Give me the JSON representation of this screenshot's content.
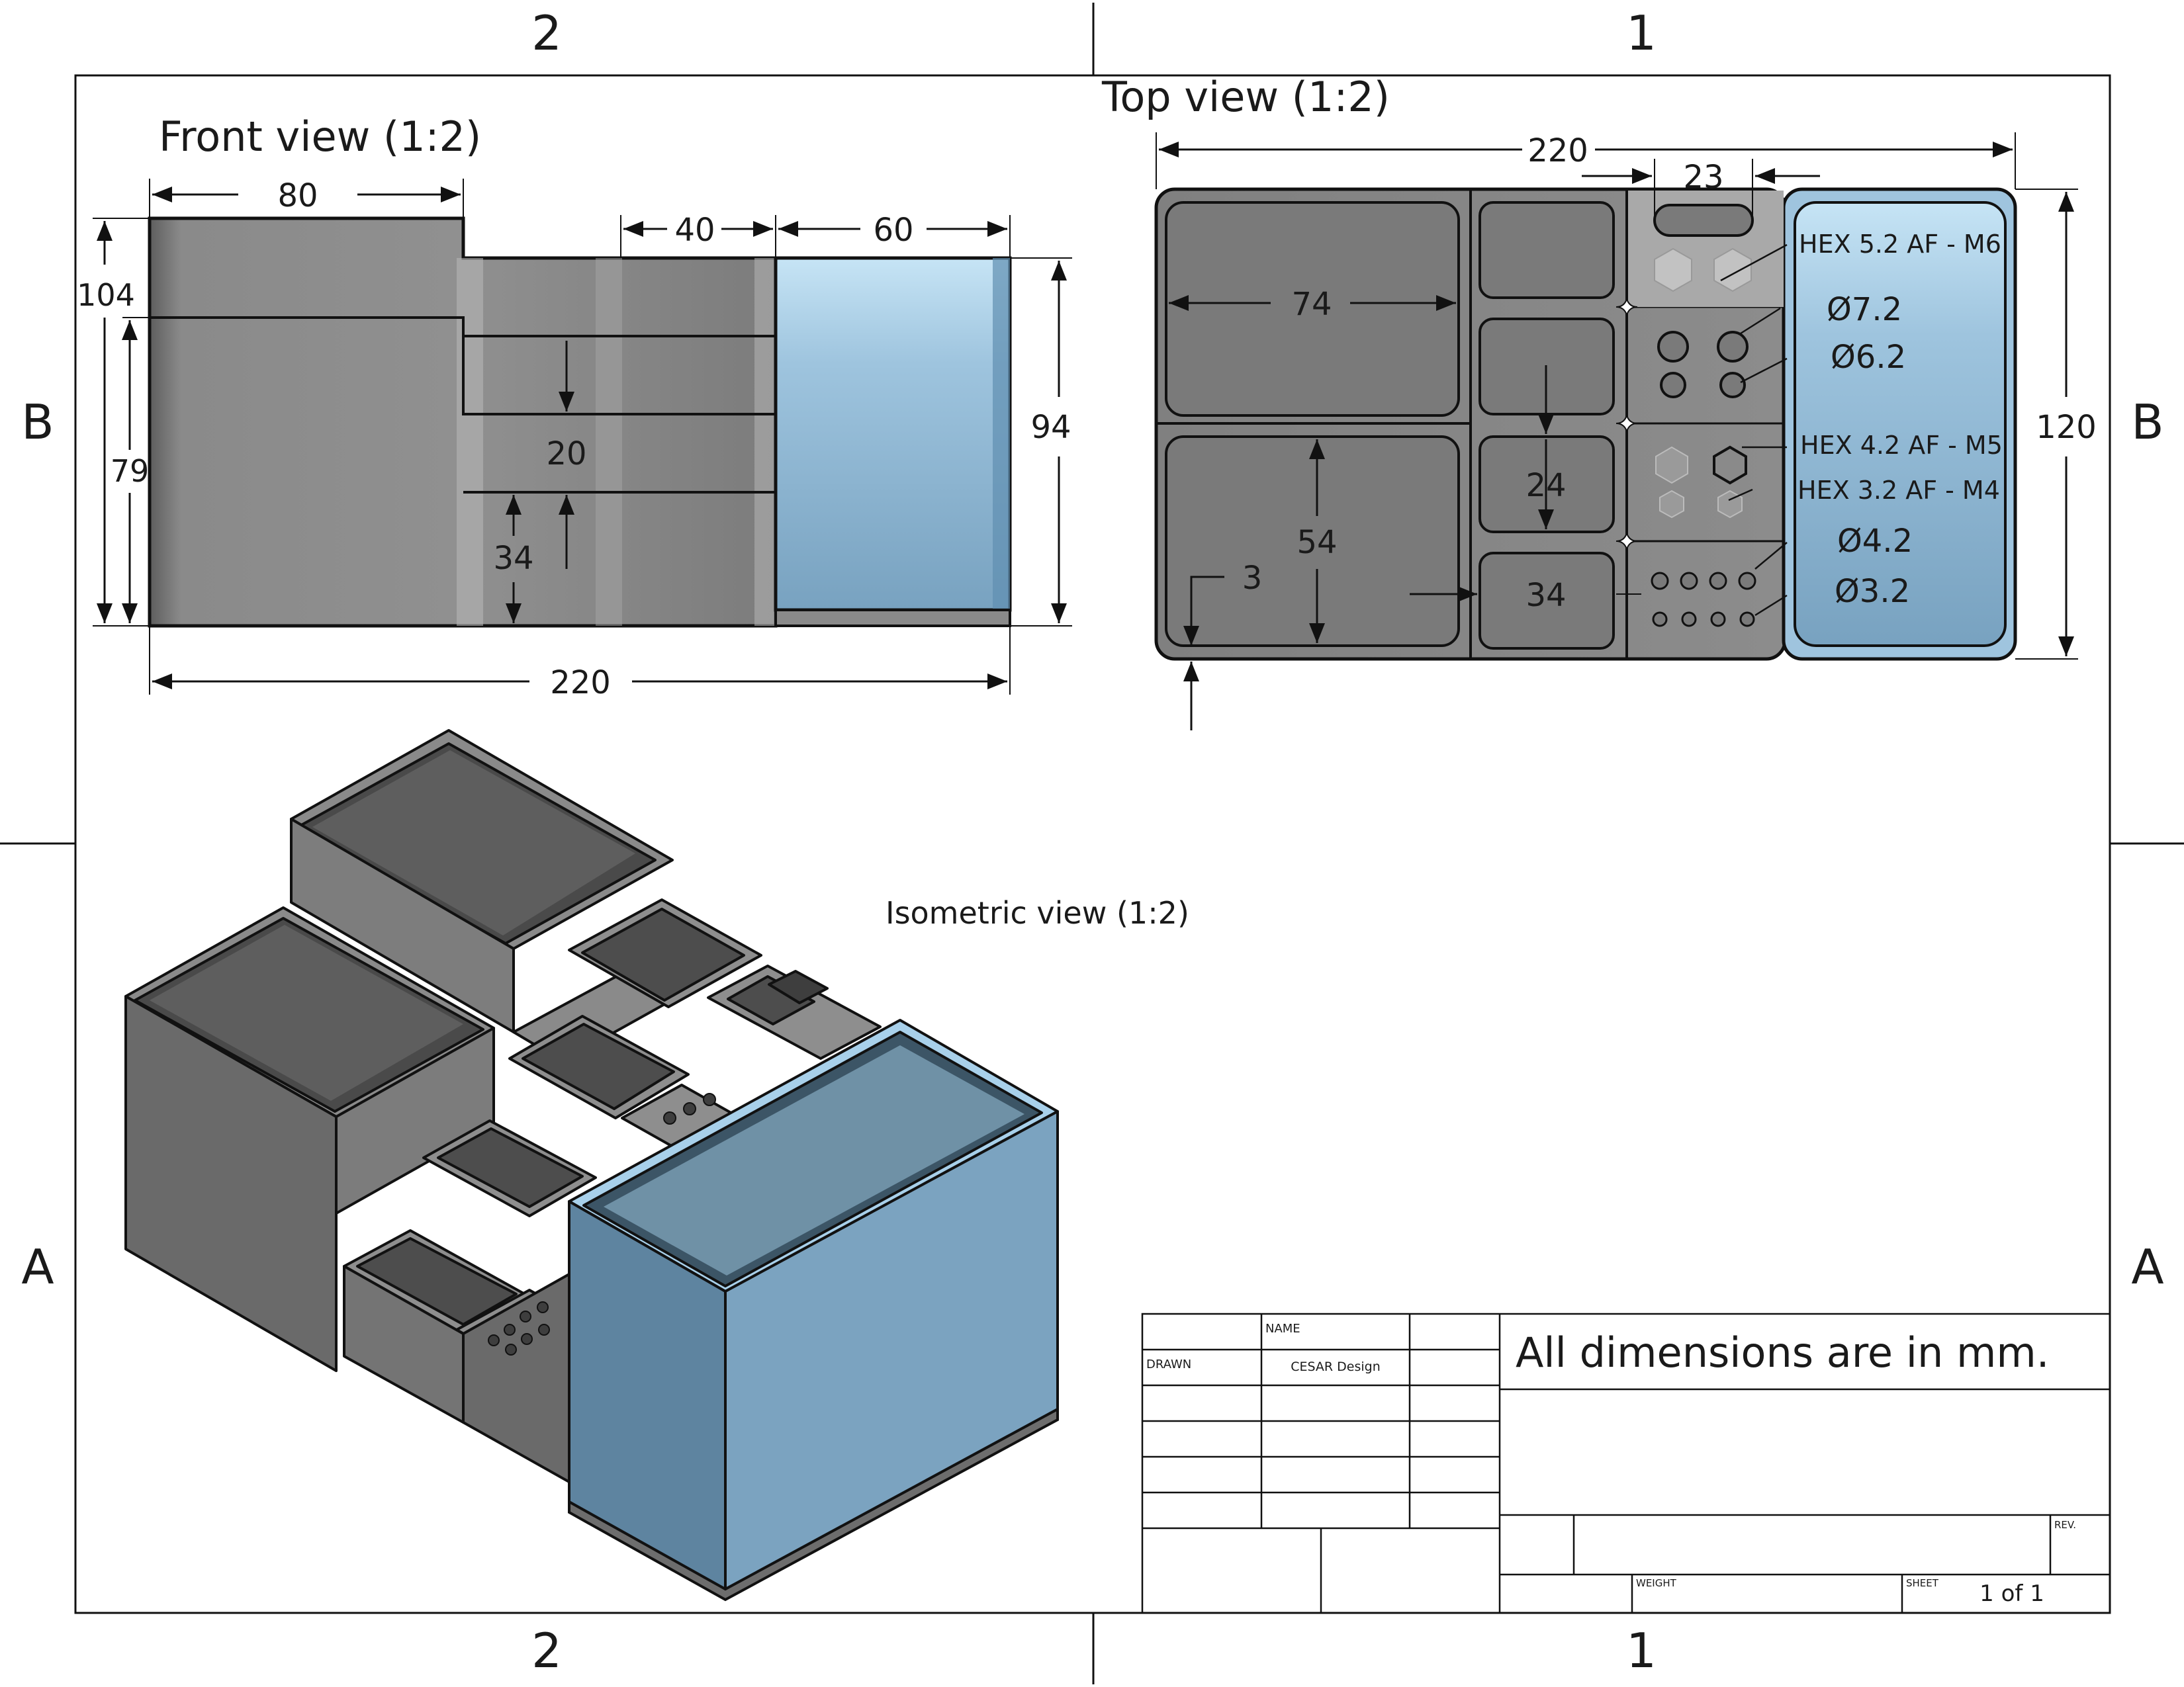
{
  "zones": {
    "cols": [
      "2",
      "1"
    ],
    "rows": [
      "B",
      "A"
    ]
  },
  "views": {
    "front": {
      "title": "Front view (1:2)"
    },
    "top": {
      "title": "Top view (1:2)"
    },
    "iso": {
      "title": "Isometric view (1:2)"
    }
  },
  "dims_front": {
    "d80": "80",
    "d40": "40",
    "d60": "60",
    "d104": "104",
    "d79": "79",
    "d20": "20",
    "d34": "34",
    "d94": "94",
    "d220": "220"
  },
  "dims_top": {
    "d220": "220",
    "d23": "23",
    "d74": "74",
    "d54": "54",
    "d3": "3",
    "d24": "24",
    "d34": "34",
    "d120": "120"
  },
  "labels_top": {
    "hex52": "HEX 5.2  AF - M6",
    "d72": "Ø7.2",
    "d62": "Ø6.2",
    "hex42": "HEX 4.2 AF - M5",
    "hex32": "HEX 3.2 AF - M4",
    "d42": "Ø4.2",
    "d32": "Ø3.2"
  },
  "title_block": {
    "name_hdr": "NAME",
    "drawn_hdr": "DRAWN",
    "drawn_by": "CESAR Design",
    "note": "All dimensions are in mm.",
    "rev_hdr": "REV.",
    "weight_hdr": "WEIGHT",
    "sheet_hdr": "SHEET",
    "sheet_value": "1 of 1"
  },
  "colors": {
    "body": "#7a7a7a",
    "accent_blue": "#8fb6d3",
    "line": "#111111"
  }
}
